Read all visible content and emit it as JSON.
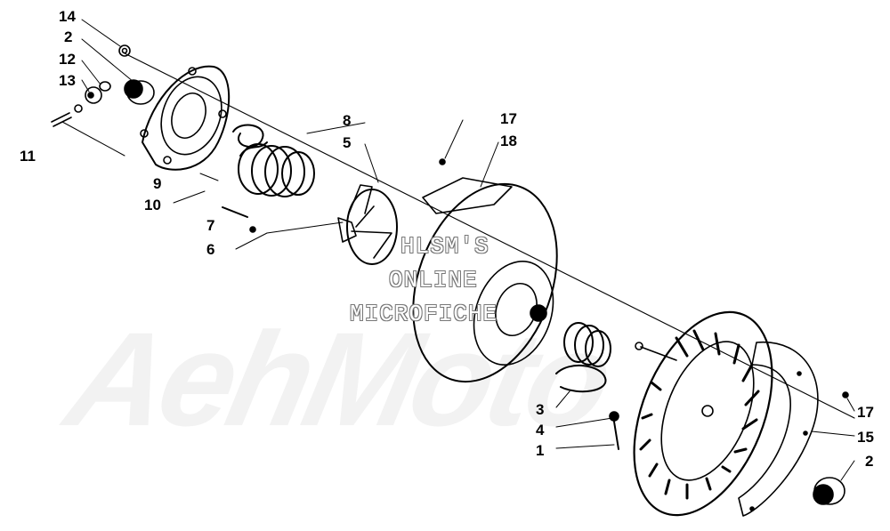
{
  "watermark": {
    "lines": [
      "HLSM'S",
      "ONLINE",
      "MICROFICHE"
    ],
    "brand": "AehMoto"
  },
  "callouts": [
    {
      "id": "c14a",
      "text": "14"
    },
    {
      "id": "c2a",
      "text": "2"
    },
    {
      "id": "c12",
      "text": "12"
    },
    {
      "id": "c13",
      "text": "13"
    },
    {
      "id": "c11",
      "text": "11"
    },
    {
      "id": "c9",
      "text": "9"
    },
    {
      "id": "c10",
      "text": "10"
    },
    {
      "id": "c8",
      "text": "8"
    },
    {
      "id": "c5",
      "text": "5"
    },
    {
      "id": "c7",
      "text": "7"
    },
    {
      "id": "c6",
      "text": "6"
    },
    {
      "id": "c17a",
      "text": "17"
    },
    {
      "id": "c18",
      "text": "18"
    },
    {
      "id": "c3",
      "text": "3"
    },
    {
      "id": "c4",
      "text": "4"
    },
    {
      "id": "c1",
      "text": "1"
    },
    {
      "id": "c17b",
      "text": "17"
    },
    {
      "id": "c15",
      "text": "15"
    },
    {
      "id": "c2b",
      "text": "2"
    }
  ]
}
